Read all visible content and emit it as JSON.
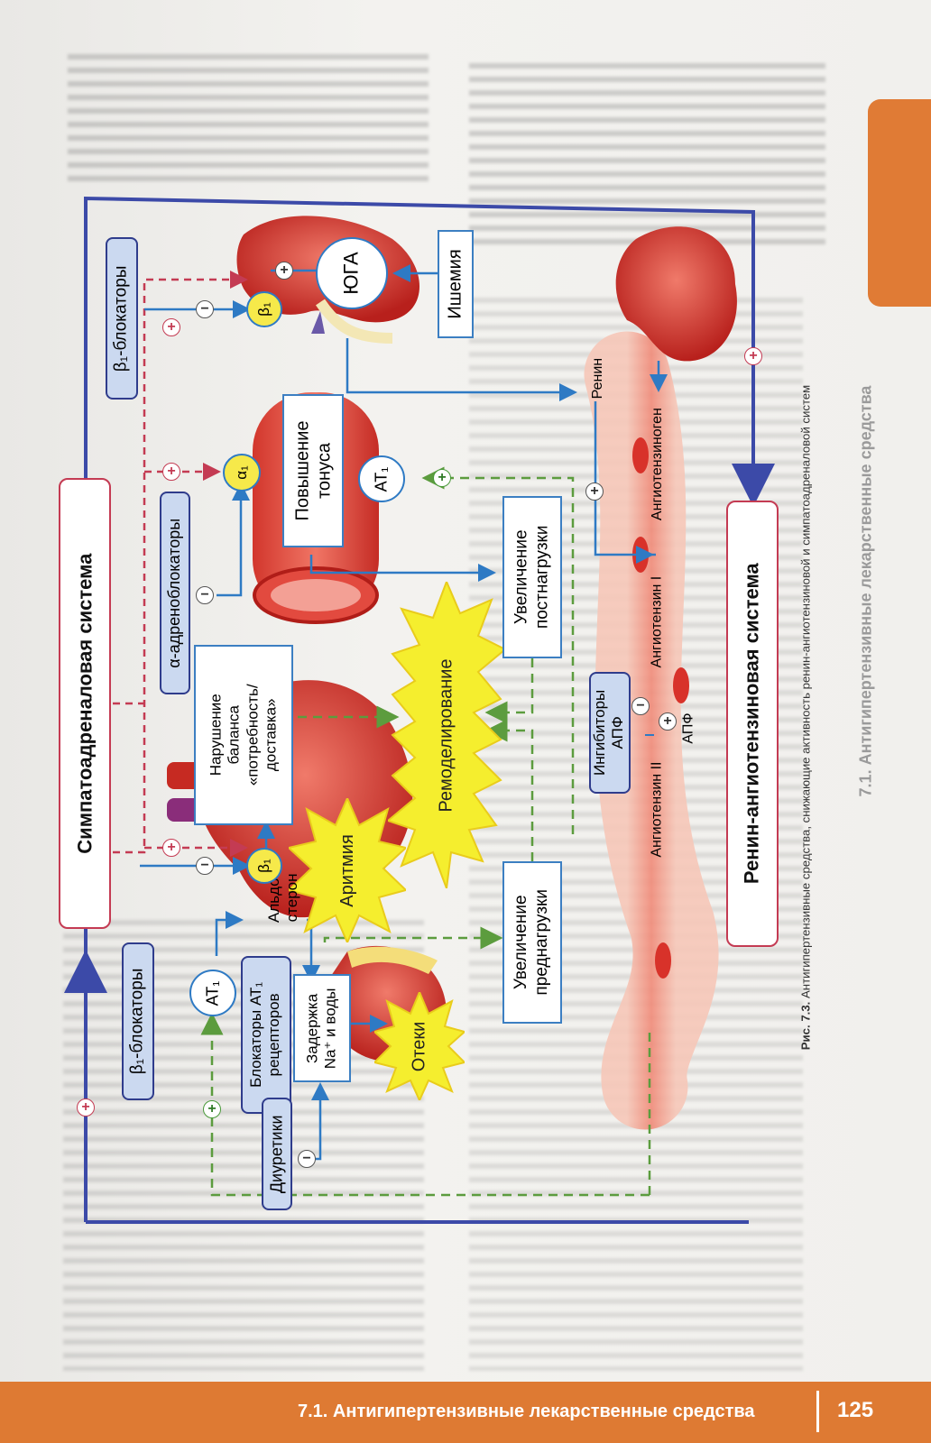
{
  "figure": {
    "caption_label": "Рис. 7.3.",
    "caption_text": "Антигипертензивные средства, снижающие активность ренин-ангиотензиновой и симпатоадреналовой систем"
  },
  "page": {
    "section_title": "7.1. Антигипертензивные лекарственные средства",
    "footer_title": "7.1. Антигипертензивные лекарственные средства",
    "page_number": "125"
  },
  "diagram": {
    "system_sympathoadrenal": "Симпатоадреналовая система",
    "system_raas": "Ренин-ангиотензиновая система",
    "drug_beta1_blockers_top": "β₁-блокаторы",
    "drug_beta1_blockers_bottom": "β₁-блокаторы",
    "drug_alpha_blockers": "α-адреноблокаторы",
    "drug_at_receptor_blockers_1": "Блокаторы AT₁",
    "drug_at_receptor_blockers_2": "рецепторов",
    "drug_diuretics": "Диуретики",
    "drug_ace_inhibitors_1": "Ингибиторы",
    "drug_ace_inhibitors_2": "АПФ",
    "receptor_beta1_kidney": "β₁",
    "receptor_beta1_heart": "β₁",
    "receptor_alpha1": "α₁",
    "receptor_at1_vessel": "AT₁",
    "receptor_at1_adrenal": "AT₁",
    "juga": "ЮГА",
    "ischemia": "Ишемия",
    "tone_1": "Повышение",
    "tone_2": "тонуса",
    "afterload_1": "Увеличение",
    "afterload_2": "постнагрузки",
    "preload_1": "Увеличение",
    "preload_2": "преднагрузки",
    "balance_1": "Нарушение",
    "balance_2": "баланса",
    "balance_3": "«потребность/",
    "balance_4": "доставка»",
    "remodeling": "Ремоделирование",
    "arrhythmia": "Аритмия",
    "edema": "Отеки",
    "retention_1": "Задержка",
    "retention_2": "Na⁺ и воды",
    "aldosterone_1": "Альдо-",
    "aldosterone_2": "стерон",
    "renin": "Ренин",
    "angiotensinogen": "Ангиотензиноген",
    "angiotensin_1": "Ангиотензин I",
    "angiotensin_2": "Ангиотензин II",
    "ace": "АПФ",
    "colors": {
      "red": "#c43b53",
      "blue": "#2e7ac4",
      "navy": "#3c4aa8",
      "green": "#5c9c3e",
      "yellow": "#f6e94a"
    }
  }
}
